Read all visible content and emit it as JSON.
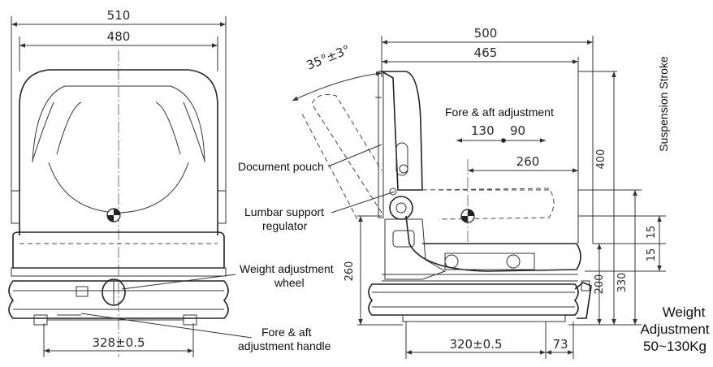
{
  "front_view": {
    "dim_overall_width": "510",
    "dim_cushion_width": "480",
    "dim_rail_spacing": "328±0.5"
  },
  "side_view": {
    "dim_overall_depth": "500",
    "dim_backrest_depth": "465",
    "dim_backrest_angle": "35°±3°",
    "fore_aft_label": "Fore & aft adjustment",
    "fore_aft_back": "130",
    "fore_aft_fwd": "90",
    "dim_sip": "260",
    "dim_height_back": "400",
    "dim_height_seat": "260",
    "dim_susp_a": "15",
    "dim_susp_b": "15",
    "dim_height_base_a": "200",
    "dim_height_base_b": "330",
    "dim_rail_spacing": "320±0.5",
    "dim_handle": "73",
    "suspension_label": "Suspension Stroke"
  },
  "callouts": {
    "document_pouch": "Document pouch",
    "lumbar_line1": "Lumbar support",
    "lumbar_line2": "regulator",
    "weight_wheel_line1": "Weight adjustment",
    "weight_wheel_line2": "wheel",
    "handle_line1": "Fore & aft",
    "handle_line2": "adjustment handle"
  },
  "weight_adjustment": {
    "line1": "Weight",
    "line2": "Adjustment",
    "line3": "50~130Kg"
  }
}
